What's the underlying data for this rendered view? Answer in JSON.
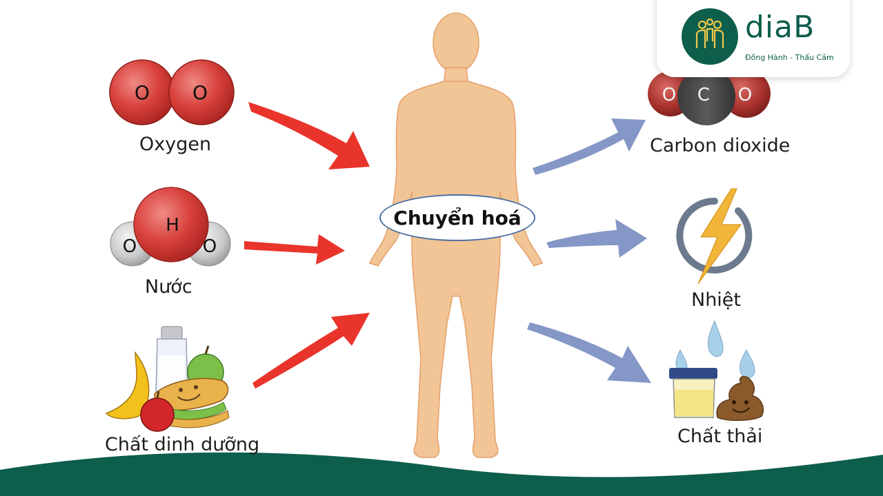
{
  "brand": {
    "name": "diaB",
    "tagline": "Đồng Hành - Thấu Cảm",
    "color": "#0d5e4b"
  },
  "center": {
    "label": "Chuyển hoá"
  },
  "inputs": [
    {
      "label": "Oxygen",
      "icon": "oxygen-molecule-icon",
      "atoms": [
        "O",
        "O"
      ]
    },
    {
      "label": "Nước",
      "icon": "water-molecule-icon",
      "atoms": [
        "H",
        "O",
        "O"
      ]
    },
    {
      "label": "Chất dinh dưỡng",
      "icon": "food-icon"
    }
  ],
  "outputs": [
    {
      "label": "Carbon dioxide",
      "icon": "carbon-dioxide-molecule-icon",
      "atoms": [
        "O",
        "C",
        "O"
      ]
    },
    {
      "label": "Nhiệt",
      "icon": "energy-bolt-icon"
    },
    {
      "label": "Chất thải",
      "icon": "waste-icon"
    }
  ],
  "colors": {
    "input_arrow": "#e8342a",
    "output_arrow": "#8497c6",
    "body": "#f2c596",
    "footer": "#0d5e4b"
  }
}
